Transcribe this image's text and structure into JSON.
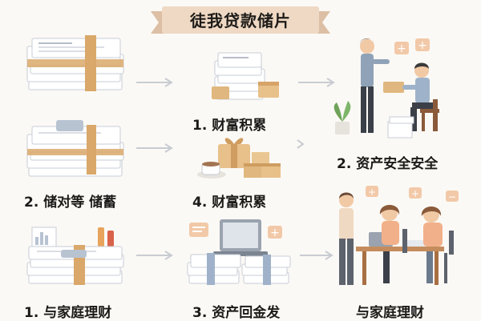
{
  "title": "徒我贷款储片",
  "captions": {
    "c_mid_1": "1. 财富积累",
    "c_right_1": "2. 资产安全安全",
    "c_left_2": "2. 储对等 储蓄",
    "c_mid_2": "4. 财富积累",
    "c_left_3": "1. 与家庭理财",
    "c_mid_3": "3. 资产回金发",
    "c_right_3": "与家庭理财"
  },
  "colors": {
    "ribbon": "#efd9c4",
    "ribbon_dark": "#cfa98a",
    "accent_orange": "#e8a45c",
    "paper": "#ffffff",
    "paper_line": "#c9cdd6",
    "strap": "#d9a86a",
    "arrow": "#c8ccd2"
  },
  "icons": {
    "plus_icon": "+",
    "minus_icon": "−"
  }
}
